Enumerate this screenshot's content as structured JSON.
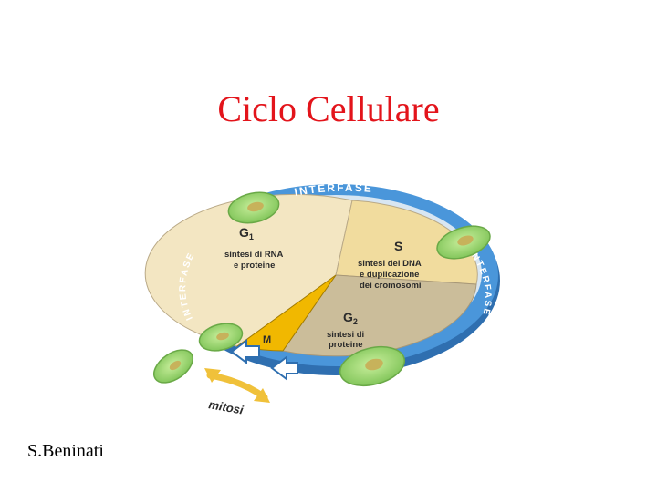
{
  "slide": {
    "title": "Ciclo Cellulare",
    "author": "S.Beninati"
  },
  "diagram": {
    "ring_label_top": "INTERFASE",
    "ring_label_left": "INTERFASE",
    "ring_label_right": "INTERFASE",
    "phases": {
      "g1": {
        "name": "G",
        "sub": "1",
        "desc_line1": "sintesi di RNA",
        "desc_line2": "e proteine"
      },
      "s": {
        "name": "S",
        "desc_line1": "sintesi del DNA",
        "desc_line2": "e duplicazione",
        "desc_line3": "dei cromosomi"
      },
      "g2": {
        "name": "G",
        "sub": "2",
        "desc_line1": "sintesi di",
        "desc_line2": "proteine"
      },
      "m": {
        "name": "M"
      }
    },
    "mitosis_label": "mitosi",
    "colors": {
      "g1": "#f3e6c2",
      "s": "#f1dc9e",
      "g2": "#cbbd9a",
      "m": "#f1b800",
      "ring": "#3a86cf",
      "cell": "#9fd67a",
      "nucleus": "#c7b25b",
      "arrow": "#f0c13a"
    }
  }
}
